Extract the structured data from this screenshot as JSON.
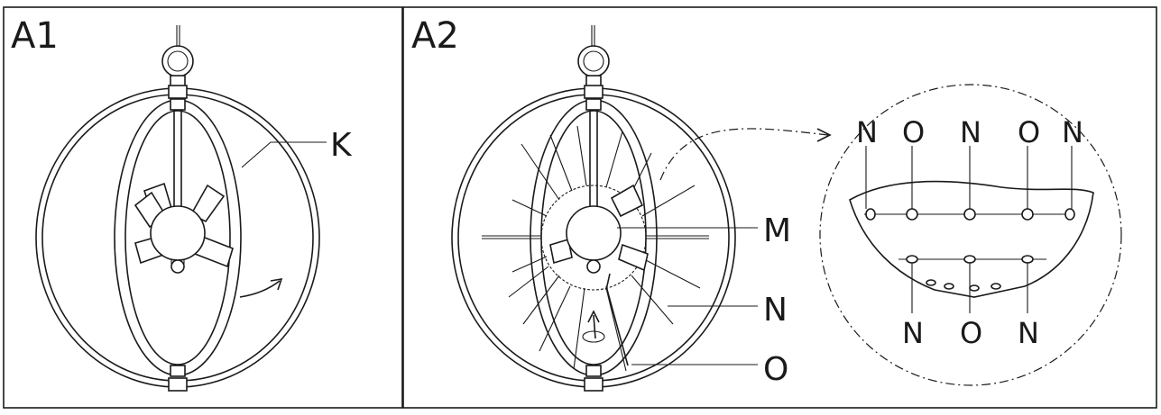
{
  "panels": [
    {
      "title": "A1"
    },
    {
      "title": "A2"
    }
  ],
  "labels": {
    "k": "K",
    "m": "M",
    "n": "N",
    "o": "O"
  },
  "detail": {
    "top": [
      "N",
      "O",
      "N",
      "O",
      "N"
    ],
    "bottom": [
      "N",
      "O",
      "N"
    ]
  }
}
